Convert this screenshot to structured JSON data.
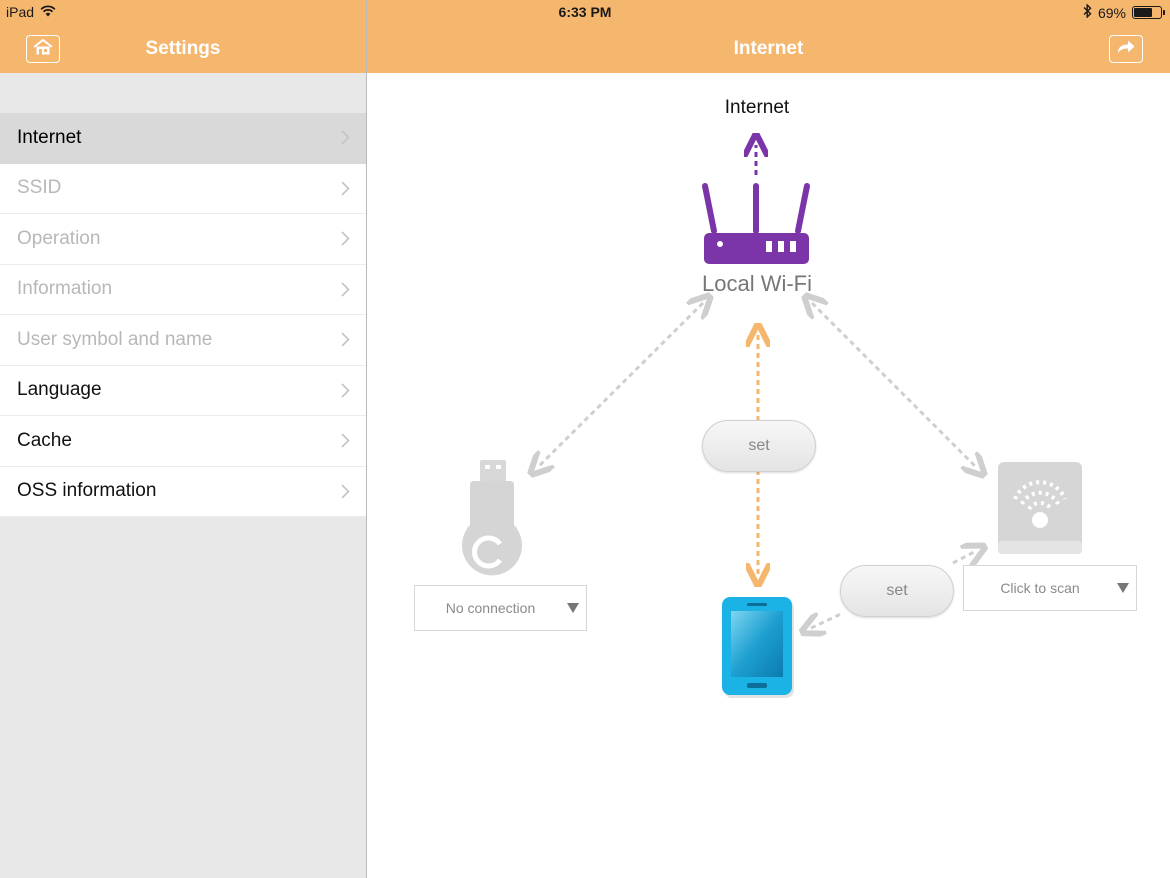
{
  "status_bar": {
    "device": "iPad",
    "time": "6:33 PM",
    "battery_text": "69%",
    "battery_level": 0.69
  },
  "sidebar": {
    "title": "Settings",
    "home_icon": "home-icon",
    "items": [
      {
        "label": "Internet",
        "state": "selected"
      },
      {
        "label": "SSID",
        "state": "disabled"
      },
      {
        "label": "Operation",
        "state": "disabled"
      },
      {
        "label": "Information",
        "state": "disabled"
      },
      {
        "label": "User symbol and name",
        "state": "disabled"
      },
      {
        "label": "Language",
        "state": "enabled"
      },
      {
        "label": "Cache",
        "state": "enabled"
      },
      {
        "label": "OSS information",
        "state": "enabled"
      }
    ]
  },
  "main": {
    "title": "Internet",
    "share_icon": "share-icon",
    "internet_label": "Internet",
    "router_label": "Local Wi-Fi",
    "set_button_center": "set",
    "set_button_right": "set",
    "dongle_select": "No connection",
    "device_select": "Click to scan"
  },
  "colors": {
    "header": "#f5b66e",
    "router": "#7b35a8",
    "orange_link": "#f5b66e",
    "gray_link": "#cfcfcf",
    "phone": "#1bb3e6"
  }
}
